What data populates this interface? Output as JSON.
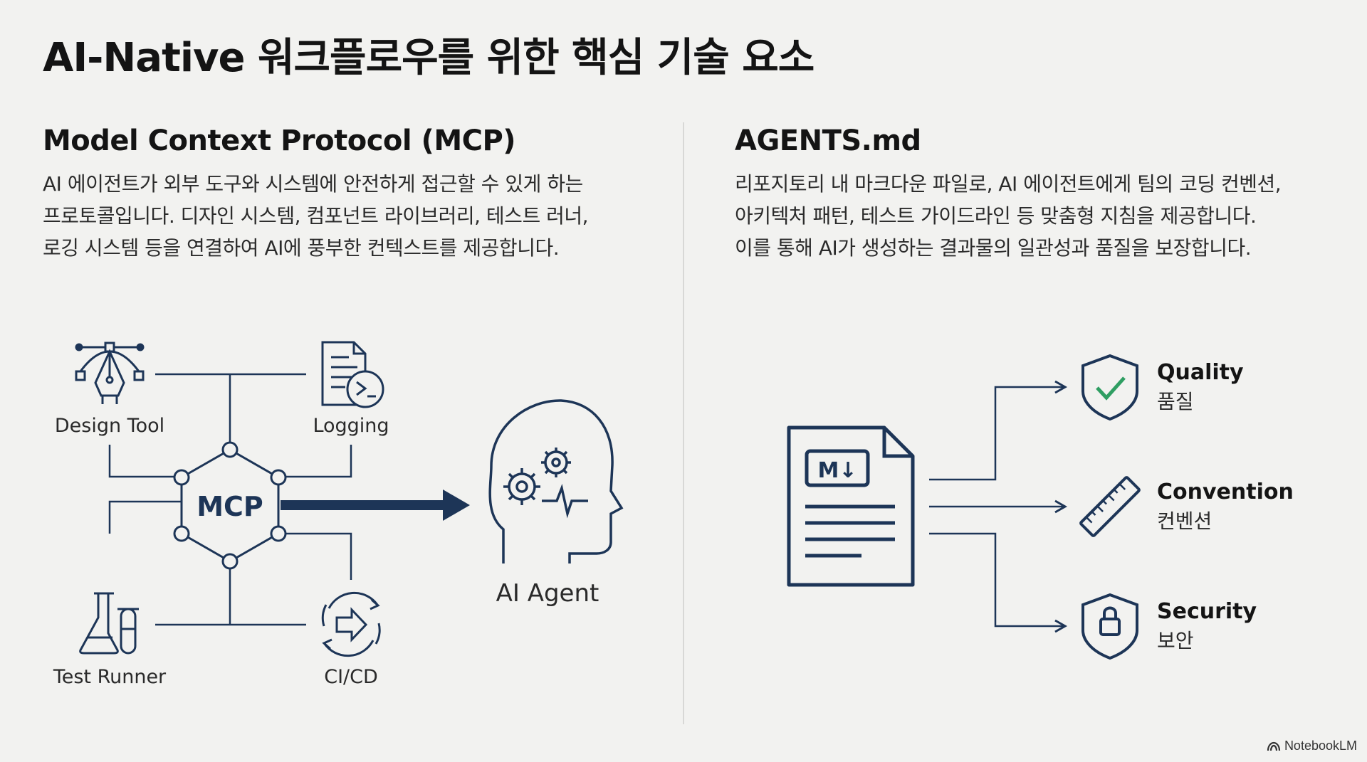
{
  "title": "AI-Native 워크플로우를 위한 핵심 기술 요소",
  "left": {
    "heading": "Model Context Protocol (MCP)",
    "description": [
      "AI 에이전트가 외부 도구와 시스템에 안전하게 접근할 수 있게 하는",
      "프로토콜입니다. 디자인 시스템, 컴포넌트 라이브러리, 테스트 러너,",
      "로깅 시스템 등을 연결하여 AI에 풍부한 컨텍스트를 제공합니다."
    ],
    "hub": "MCP",
    "tools": [
      "Design Tool",
      "Logging",
      "Test Runner",
      "CI/CD"
    ],
    "agent": "AI Agent"
  },
  "right": {
    "heading": "AGENTS.md",
    "description": [
      "리포지토리 내 마크다운 파일로, AI 에이전트에게 팀의 코딩 컨벤션,",
      "아키텍처 패턴, 테스트 가이드라인 등 맞춤형 지침을 제공합니다.",
      "이를 통해 AI가 생성하는 결과물의 일관성과 품질을 보장합니다."
    ],
    "doc_badge": "M↓",
    "benefits": [
      {
        "title": "Quality",
        "subtitle": "품질",
        "icon": "shield-check-icon"
      },
      {
        "title": "Convention",
        "subtitle": "컨벤션",
        "icon": "ruler-icon"
      },
      {
        "title": "Security",
        "subtitle": "보안",
        "icon": "shield-lock-icon"
      }
    ]
  },
  "brand": "NotebookLM",
  "colors": {
    "navy": "#1d3557",
    "check_green": "#2f9e62",
    "background": "#f2f2f0"
  }
}
